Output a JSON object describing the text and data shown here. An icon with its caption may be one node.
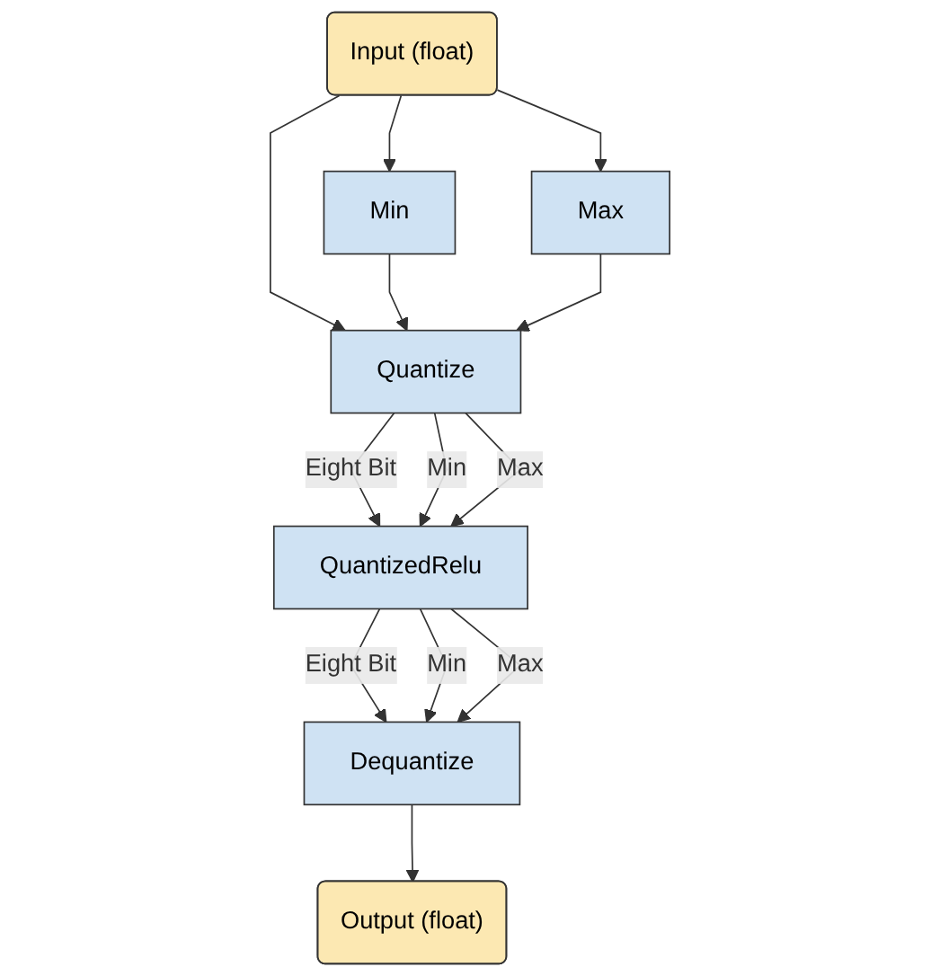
{
  "diagram": {
    "nodes": [
      {
        "text": [
          "Input (float)"
        ]
      },
      {
        "text": [
          "Min"
        ]
      },
      {
        "text": [
          "Max"
        ]
      },
      {
        "text": [
          "Quantize"
        ]
      },
      {
        "text": [
          "QuantizedRelu"
        ]
      },
      {
        "text": [
          "Dequantize"
        ]
      },
      {
        "text": [
          "Output (float)"
        ]
      }
    ],
    "edges": [
      {
        "from": 0,
        "to": 1,
        "arrow": "to"
      },
      {
        "from": 0,
        "to": 2,
        "arrow": "to"
      },
      {
        "from": 0,
        "to": 3,
        "arrow": "to"
      },
      {
        "from": 1,
        "to": 3,
        "arrow": "to"
      },
      {
        "from": 2,
        "to": 3,
        "arrow": "to"
      },
      {
        "from": 3,
        "to": 4,
        "arrow": "to",
        "label": "Eight Bit"
      },
      {
        "from": 3,
        "to": 4,
        "arrow": "to",
        "label": "Min"
      },
      {
        "from": 3,
        "to": 4,
        "arrow": "to",
        "label": "Max"
      },
      {
        "from": 4,
        "to": 5,
        "arrow": "to",
        "label": "Eight Bit"
      },
      {
        "from": 4,
        "to": 5,
        "arrow": "to",
        "label": "Min"
      },
      {
        "from": 4,
        "to": 5,
        "arrow": "to",
        "label": "Max"
      },
      {
        "from": 5,
        "to": 6,
        "arrow": "to"
      }
    ]
  }
}
